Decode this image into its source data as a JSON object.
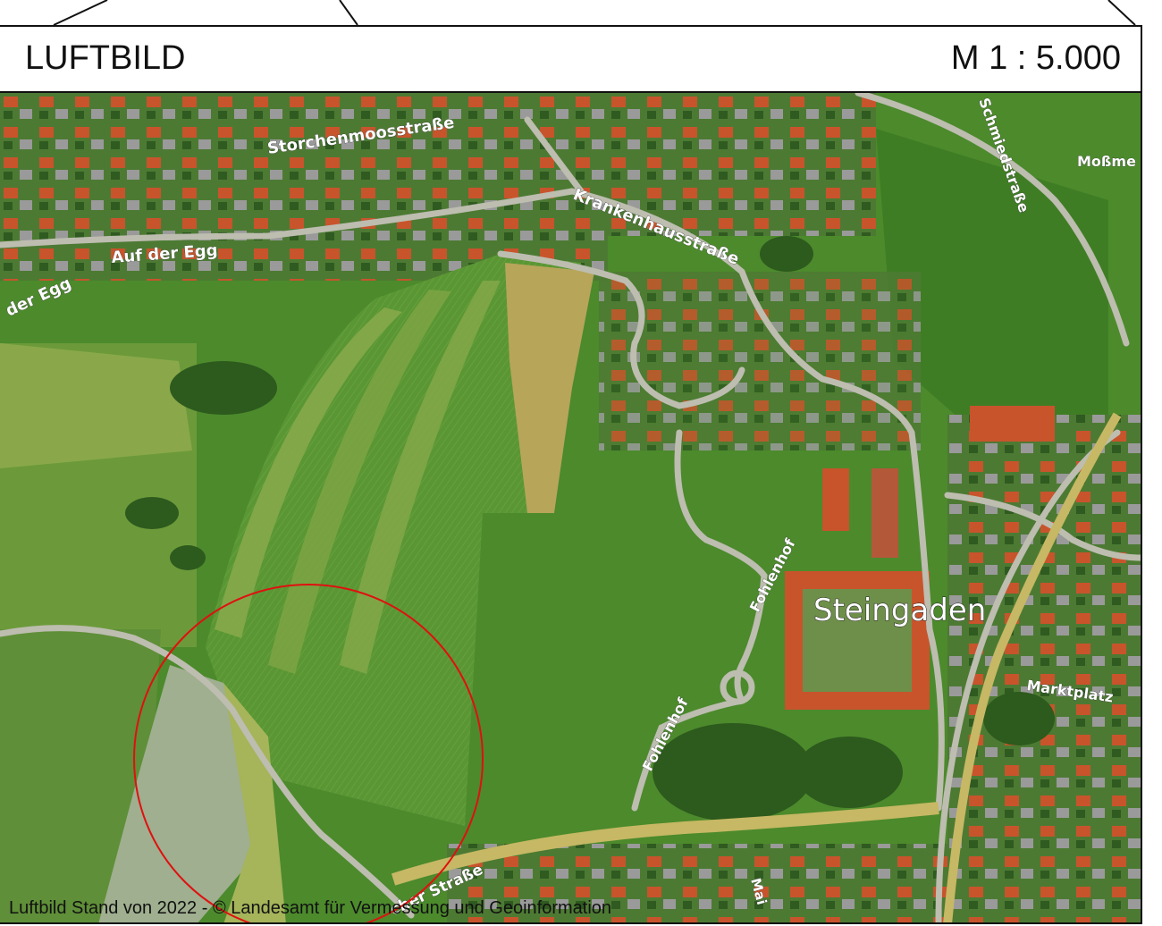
{
  "header": {
    "title": "LUFTBILD",
    "scale": "M 1 : 5.000"
  },
  "map": {
    "labels": {
      "storchenmoos": "Storchenmoosstraße",
      "krankenhaus": "Krankenhausstraße",
      "auf_der_egg": "Auf der Egg",
      "der_egg": "der Egg",
      "schmied": "Schmiedstraße",
      "mossm": "Moßme",
      "fohlenhof_top": "Fohlenhof",
      "fohlenhof_bottom": "Fohlenhof",
      "steingaden": "Steingaden",
      "marktplatz": "Marktplatz",
      "strasse_bottom": "cher Straße",
      "mai": "Mai"
    },
    "colors": {
      "field_green": "#4f8a2e",
      "field_dark": "#3a6e22",
      "hay": "#b7a55a",
      "road": "#bdbdb0",
      "roof": "#c8542c",
      "circle": "#e01010"
    }
  },
  "footer": {
    "credit": "Luftbild Stand von 2022   -  © Landesamt für Vermessung und Geoinformation"
  }
}
